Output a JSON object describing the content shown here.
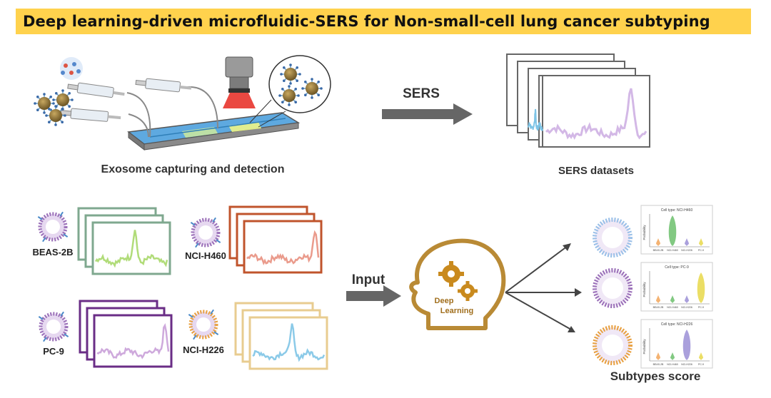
{
  "title": "Deep learning-driven microfluidic-SERS for Non-small-cell lung cancer subtyping",
  "labels": {
    "exosome_capture": "Exosome capturing and detection",
    "sers_arrow": "SERS",
    "sers_datasets": "SERS datasets",
    "input_arrow": "Input",
    "deep_learning": [
      "Deep",
      "Learning"
    ],
    "subtypes_score": "Subtypes score"
  },
  "cell_lines": [
    {
      "name": "BEAS-2B",
      "color": "#7fa88f",
      "trace": "#a8d86a"
    },
    {
      "name": "NCI-H460",
      "color": "#c0542c",
      "trace": "#e89080"
    },
    {
      "name": "PC-9",
      "color": "#6a2d86",
      "trace": "#c9a0d8"
    },
    {
      "name": "NCI-H226",
      "color": "#e8cc90",
      "trace": "#7ec4e6"
    }
  ],
  "score_plots": [
    {
      "title": "Cell type: NCI-H460",
      "highlight": 1,
      "colors": [
        "#f2a65a",
        "#6cc06c",
        "#9b8fd6",
        "#e8d84a"
      ]
    },
    {
      "title": "Cell type: PC-9",
      "highlight": 3,
      "colors": [
        "#f2a65a",
        "#6cc06c",
        "#9b8fd6",
        "#e8d84a"
      ]
    },
    {
      "title": "Cell type: NCI-H226",
      "highlight": 2,
      "colors": [
        "#f2a65a",
        "#6cc06c",
        "#9b8fd6",
        "#e8d84a"
      ]
    }
  ],
  "score_axis": {
    "ylabel": "Probability",
    "categories": [
      "BEAS-2B",
      "NCI-H460",
      "NCI-H226",
      "PC-9"
    ]
  }
}
